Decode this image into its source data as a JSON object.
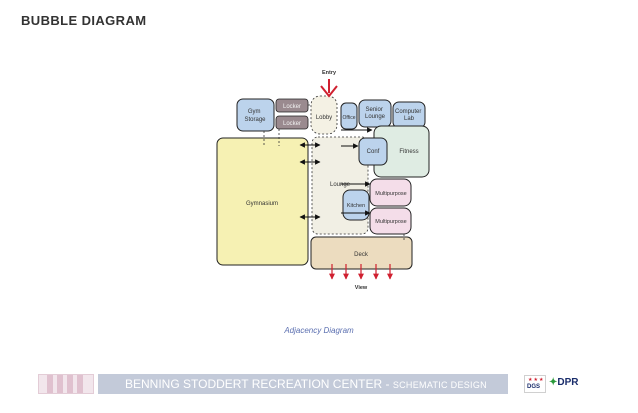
{
  "page": {
    "title": "BUBBLE DIAGRAM"
  },
  "diagram": {
    "entry": "Entry",
    "view": "View",
    "gym_storage": "Gym Storage",
    "locker_1": "Locker",
    "locker_2": "Locker",
    "lobby": "Lobby",
    "office": "Office",
    "senior_lounge": "Senior Lounge",
    "computer_lab": "Computer Lab",
    "fitness": "Fitness",
    "conf": "Conf",
    "gymnasium": "Gymnasium",
    "lounge": "Lounge",
    "kitchen": "Kitchen",
    "multipurpose_1": "Multipurpose",
    "multipurpose_2": "Multipurpose",
    "deck": "Deck",
    "colors": {
      "gym_storage": "#bcd3ec",
      "locker": "#9a8a8f",
      "gymnasium": "#f6f1b3",
      "lounge_zone": "#f1efe4",
      "lobby": "#f4f1e4",
      "office": "#bcd3ec",
      "senior_lounge": "#bcd3ec",
      "computer_lab": "#bcd3ec",
      "fitness": "#dfece3",
      "conf": "#bcd3ec",
      "kitchen": "#bcd3ec",
      "multipurpose": "#f4dde9",
      "deck": "#ecdcbf",
      "entry_arrow": "#d02030",
      "view_arrows": "#d02030"
    }
  },
  "caption": "Adjacency Diagram",
  "footer": {
    "title": "BENNING STODDERT RECREATION CENTER - ",
    "subtitle": "SCHEMATIC DESIGN",
    "logo_dgs": "DGS",
    "logo_dpr": "DPR"
  }
}
